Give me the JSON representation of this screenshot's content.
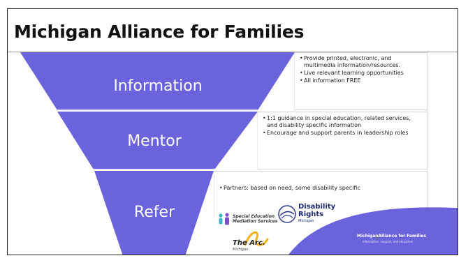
{
  "title": "Michigan Alliance for Families",
  "funnel": {
    "fill_color": "#6b63dc",
    "levels": [
      {
        "label": "Information",
        "bullets": [
          "Provide printed, electronic, and multimedia information/resources.",
          "Live relevant learning opportunities",
          "All information FREE"
        ]
      },
      {
        "label": "Mentor",
        "bullets": [
          "1:1 guidance in special education, related services, and disability specific information",
          "Encourage and support parents in leadership roles"
        ]
      },
      {
        "label": "Refer",
        "bullets": [
          "Partners: based on need, some disability specific"
        ]
      }
    ]
  },
  "partners": {
    "semco": {
      "line1": "Special Education",
      "line2": "Mediation Services"
    },
    "drm": {
      "line1": "Disability",
      "line2": "Rights",
      "line3": "Michigan"
    },
    "arc": {
      "name": "The Arc.",
      "sub": "Michigan"
    }
  },
  "brand_badge": {
    "name": "MichiganAlliance for Families",
    "tagline": "information, support, and education",
    "color": "#6b63dc"
  }
}
